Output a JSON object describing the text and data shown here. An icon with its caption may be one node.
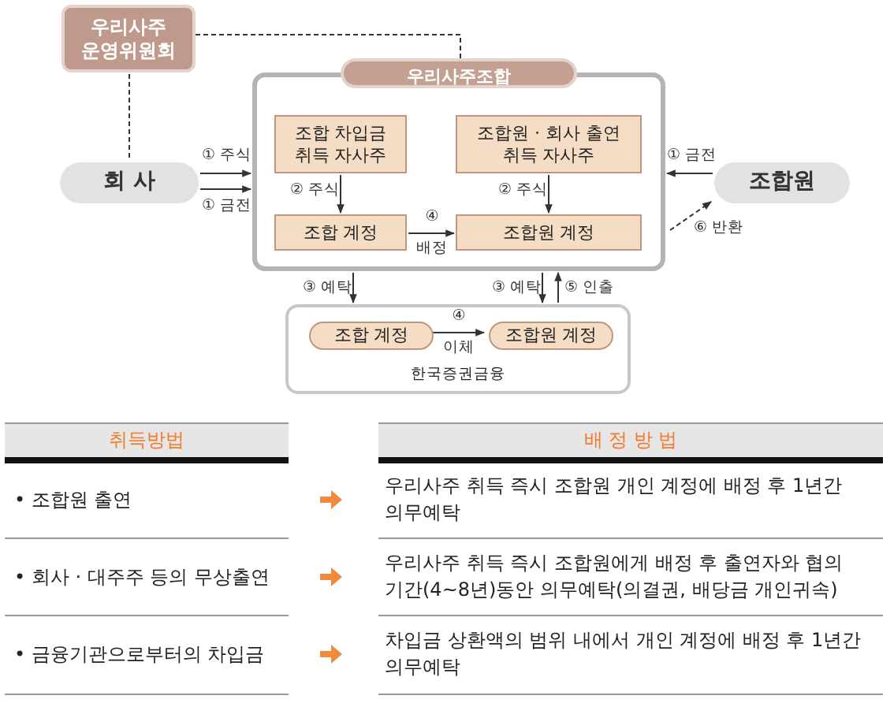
{
  "diagram": {
    "nodes": [
      {
        "text": [
          "우리사주 운영위원회"
        ]
      },
      {
        "text": [
          "회 사"
        ]
      },
      {
        "text": [
          "우리사주조합"
        ]
      },
      {
        "text": [
          "조합 차입금 취득 자사주"
        ],
        "in": 2
      },
      {
        "text": [
          "조합원 · 회사 출연 취득 자사주"
        ],
        "in": 2
      },
      {
        "text": [
          "조합 계정"
        ],
        "in": 2
      },
      {
        "text": [
          "조합원 계정"
        ],
        "in": 2
      },
      {
        "text": [
          "조합원"
        ]
      },
      {
        "text": [
          "한국증권금융"
        ]
      },
      {
        "text": [
          "조합 계정"
        ],
        "in": 8
      },
      {
        "text": [
          "조합원 계정"
        ],
        "in": 8
      }
    ],
    "edges": [
      {
        "from": 0,
        "to": 2,
        "arrow": "none",
        "style": "dashed"
      },
      {
        "from": 0,
        "to": 1,
        "arrow": "none",
        "style": "dashed"
      },
      {
        "from": 1,
        "to": 2,
        "arrow": "to",
        "label": "① 주식"
      },
      {
        "from": 1,
        "to": 2,
        "arrow": "to",
        "label": "① 금전"
      },
      {
        "from": 7,
        "to": 2,
        "arrow": "to",
        "label": "① 금전"
      },
      {
        "from": 3,
        "to": 5,
        "arrow": "to",
        "label": "② 주식"
      },
      {
        "from": 4,
        "to": 6,
        "arrow": "to",
        "label": "② 주식"
      },
      {
        "from": 5,
        "to": 6,
        "arrow": "to",
        "label": "④ 배정"
      },
      {
        "from": 2,
        "to": 8,
        "arrow": "to",
        "label": "③ 예탁"
      },
      {
        "from": 2,
        "to": 8,
        "arrow": "to",
        "label": "③ 예탁"
      },
      {
        "from": 8,
        "to": 2,
        "arrow": "to",
        "label": "⑤ 인출"
      },
      {
        "from": 9,
        "to": 10,
        "arrow": "to",
        "label": "④ 이체"
      },
      {
        "from": 2,
        "to": 7,
        "arrow": "to",
        "label": "⑥ 반환",
        "style": "dashed"
      }
    ],
    "labels": [
      "취득방법",
      "배 정 방 법",
      "• 조합원 출연",
      "우리사주 취득 즉시 조합원 개인 계정에 배정 후 1년간 의무예탁",
      "• 회사 · 대주주 등의 무상출연",
      "우리사주 취득 즉시 조합원에게 배정 후 출연자와 협의 기간(4~8년)동안 의무예탁(의결권, 배당금 개인귀속)",
      "• 금융기관으로부터의 차입금",
      "차입금 상환액의 범위 내에서 개인 계정에 배정 후 1년간 의무예탁"
    ]
  }
}
